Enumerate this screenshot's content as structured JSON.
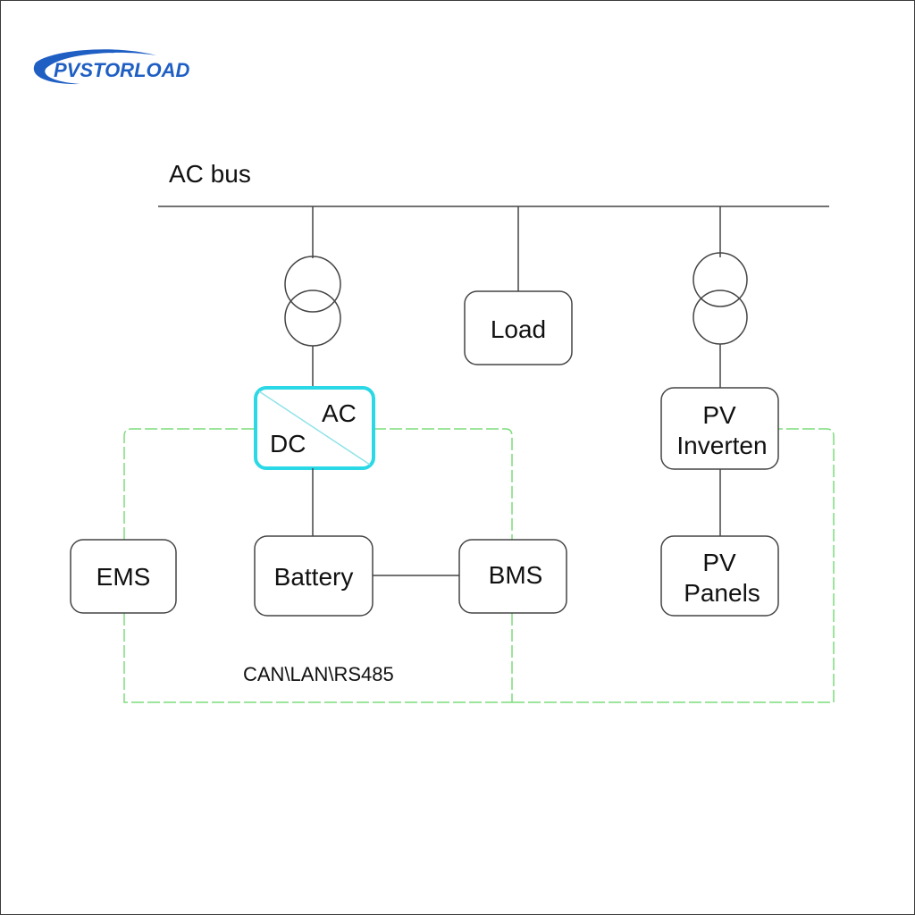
{
  "logo": {
    "text": "PVSTORLOAD",
    "color": "#1f5fc4"
  },
  "bus": {
    "label": "AC bus"
  },
  "nodes": {
    "load": "Load",
    "pcs": {
      "ac": "AC",
      "dc": "DC"
    },
    "pv_inverter": {
      "line1": "PV",
      "line2": "Inverten"
    },
    "pv_panels": {
      "line1": "PV",
      "line2": "Panels"
    },
    "ems": "EMS",
    "battery": "Battery",
    "bms": "BMS"
  },
  "comm": {
    "label": "CAN\\LAN\\RS485"
  },
  "colors": {
    "line": "#444444",
    "pcs_border": "#2ad8e6",
    "pcs_diagonal": "#8fe2e8",
    "comm_dash": "#7ddc7d"
  }
}
